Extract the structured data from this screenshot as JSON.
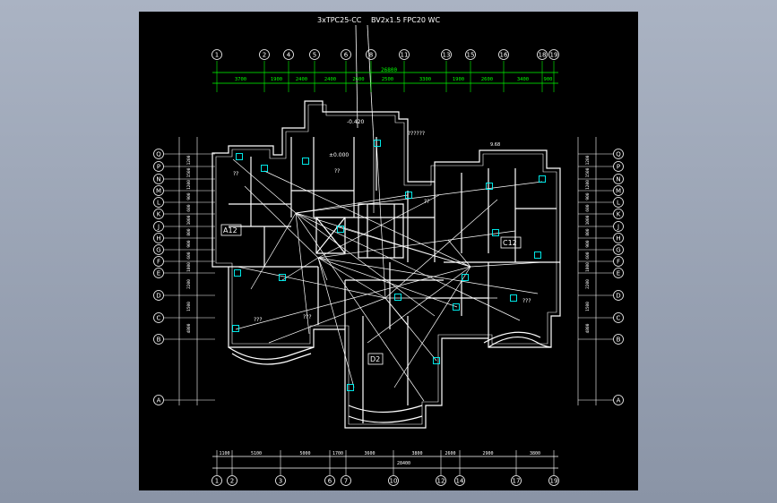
{
  "colors": {
    "background": "#8f99aa",
    "canvas": "#000000",
    "wall": "#ffffff",
    "dimension": "#00ff00",
    "wiring": "#ffffff",
    "device": "#00ffff"
  },
  "header": {
    "left_note": "3xTPC25-CC",
    "right_note": "BV2x1.5 FPC20 WC"
  },
  "top_axes": [
    "1",
    "2",
    "4",
    "5",
    "6",
    "8",
    "11",
    "13",
    "15",
    "16",
    "18",
    "19"
  ],
  "top_dims": [
    "3700",
    "1900",
    "2400",
    "2400",
    "2600",
    "2500",
    "3300",
    "1900",
    "2600",
    "3400",
    "900"
  ],
  "top_total": "26800",
  "bottom_axes": [
    "1",
    "2",
    "3",
    "6",
    "7",
    "10",
    "12",
    "14",
    "17",
    "19"
  ],
  "bottom_dims": [
    "1100",
    "5100",
    "5000",
    "1700",
    "3600",
    "3800",
    "2600",
    "2900",
    "3800"
  ],
  "bottom_total": "28400",
  "left_axes": [
    "Q",
    "P",
    "N",
    "M",
    "L",
    "K",
    "J",
    "H",
    "G",
    "F",
    "E",
    "D",
    "C",
    "B",
    "A"
  ],
  "right_axes": [
    "Q",
    "P",
    "N",
    "M",
    "L",
    "K",
    "J",
    "H",
    "G",
    "F",
    "E",
    "D",
    "C",
    "B",
    "A"
  ],
  "side_dims": [
    "1200",
    "1500",
    "1200",
    "900",
    "600",
    "1000",
    "800",
    "900",
    "600",
    "1800",
    "2200",
    "1500",
    "4800"
  ],
  "unit_labels": {
    "a1": "A12",
    "c1": "C12",
    "d2": "D2"
  },
  "annotations": {
    "elev_top": "-0.420",
    "elev_main": "±0.000",
    "north_note": "??????",
    "stair_label": "9.68",
    "room_q": "??",
    "room_q3": "???"
  }
}
